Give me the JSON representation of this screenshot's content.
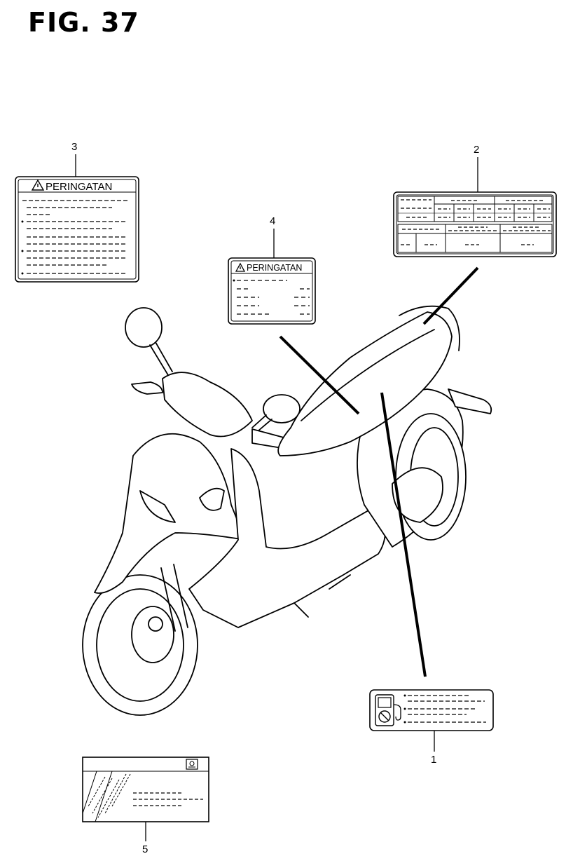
{
  "figure": {
    "title": "FIG. 37"
  },
  "callouts": [
    {
      "number": "1"
    },
    {
      "number": "2"
    },
    {
      "number": "3"
    },
    {
      "number": "4"
    },
    {
      "number": "5"
    }
  ],
  "labels": {
    "label3_heading": "PERINGATAN",
    "label4_heading": "PERINGATAN"
  }
}
